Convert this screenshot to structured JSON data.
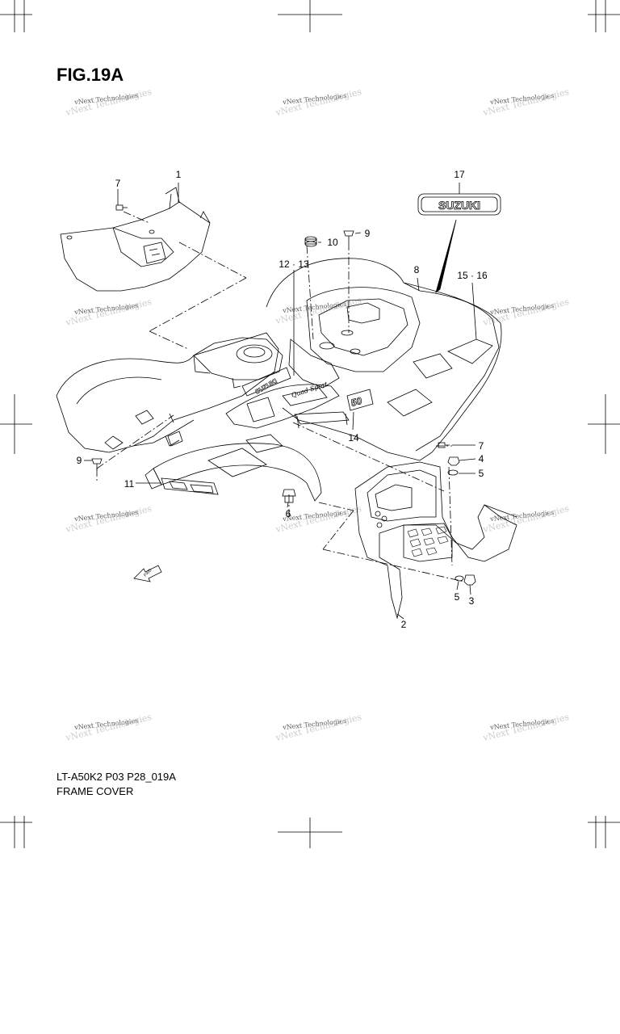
{
  "figure": {
    "title": "FIG.19A",
    "code": "LT-A50K2 P03 P28_019A",
    "name": "FRAME COVER"
  },
  "watermark": {
    "small": "vNext Technologies",
    "large": "vNext Technologies"
  },
  "logo_text": "SUZUKI",
  "fwd_label": "FWD",
  "decal_text": {
    "brand": "SUZUKI",
    "model": "Quad Sport",
    "number": "50"
  },
  "callouts": {
    "c1": "1",
    "c2": "2",
    "c3": "3",
    "c4": "4",
    "c5a": "5",
    "c5b": "5",
    "c6": "6",
    "c7a": "7",
    "c7b": "7",
    "c8": "8",
    "c9a": "9",
    "c9b": "9",
    "c10": "10",
    "c11": "11",
    "c1213": "12 · 13",
    "c14": "14",
    "c1516": "15 · 16",
    "c17": "17"
  }
}
